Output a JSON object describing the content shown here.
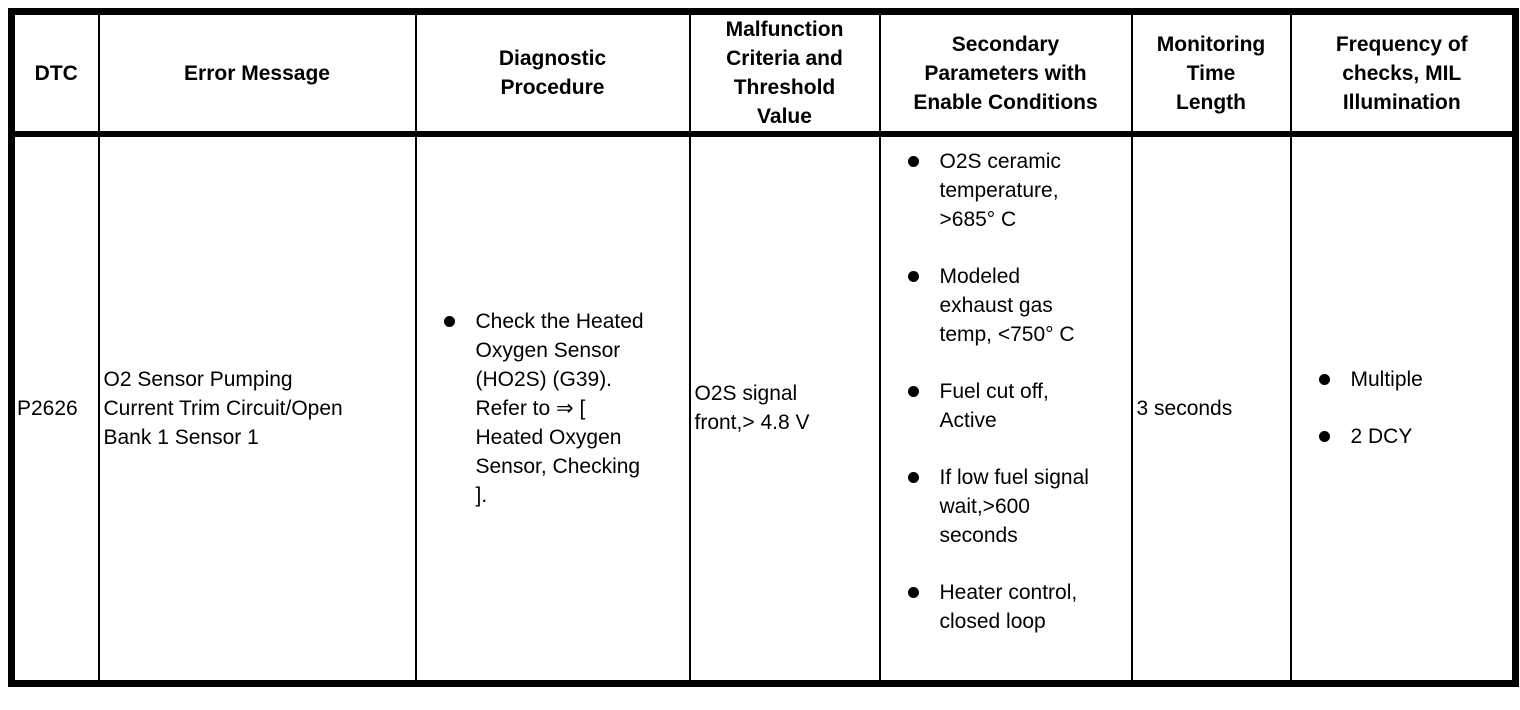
{
  "table": {
    "headers": {
      "dtc": "DTC",
      "error_message": "Error Message",
      "diagnostic_procedure": "Diagnostic\nProcedure",
      "malfunction_criteria": "Malfunction\nCriteria and\nThreshold\nValue",
      "secondary_parameters": "Secondary\nParameters with\nEnable Conditions",
      "monitoring_time": "Monitoring\nTime\nLength",
      "frequency": "Frequency of\nchecks, MIL\nIllumination"
    },
    "row": {
      "dtc": "P2626",
      "error_message": "O2 Sensor Pumping\nCurrent Trim Circuit/Open\nBank 1 Sensor 1",
      "diagnostic_procedure": [
        "Check the Heated\nOxygen Sensor\n(HO2S) (G39).\nRefer to ⇒ [\nHeated Oxygen\nSensor, Checking\n]."
      ],
      "malfunction_criteria": "O2S signal\nfront,> 4.8 V",
      "secondary_parameters": [
        "O2S ceramic\ntemperature,\n>685° C",
        "Modeled\nexhaust gas\ntemp, <750° C",
        "Fuel cut off,\nActive",
        "If low fuel signal\nwait,>600\nseconds",
        "Heater control,\nclosed loop"
      ],
      "monitoring_time": "3 seconds",
      "frequency": [
        "Multiple",
        "2 DCY"
      ]
    }
  }
}
